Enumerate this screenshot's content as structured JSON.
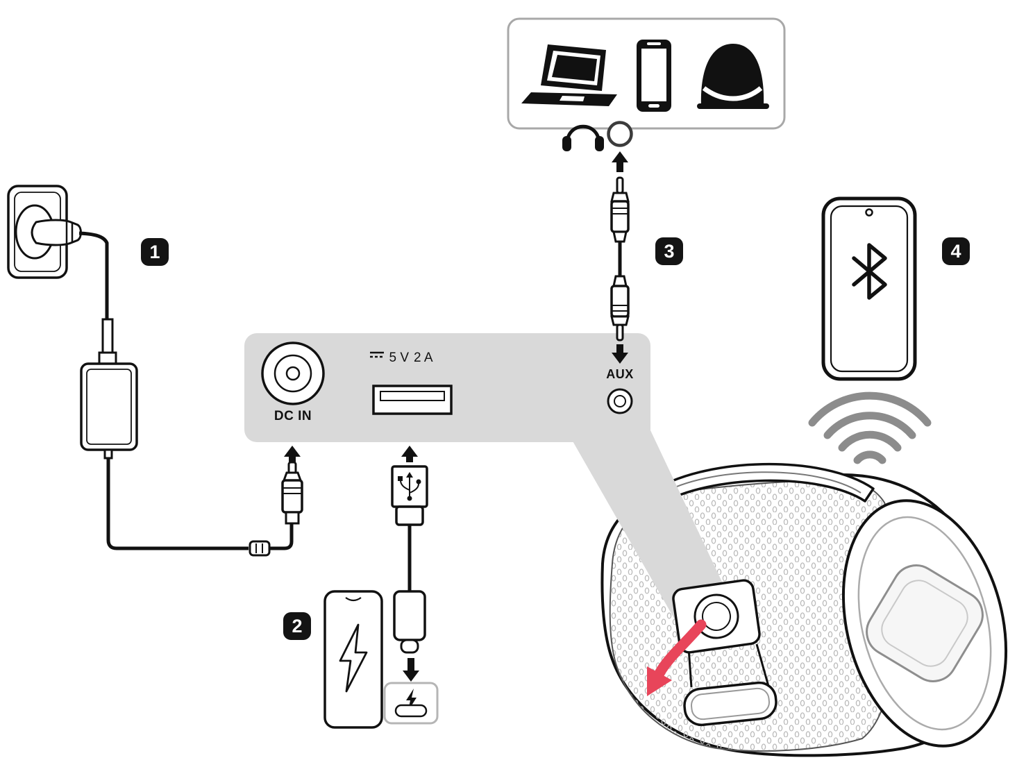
{
  "labels": {
    "dc_in": "DC IN",
    "usb_voltage": "5 V",
    "usb_current": "2 A",
    "aux": "AUX"
  },
  "steps": {
    "step1": "1",
    "step2": "2",
    "step3": "3",
    "step4": "4"
  },
  "colors": {
    "panel_gray": "#d9d9d9",
    "badge_black": "#141414",
    "line_black": "#111111",
    "flap_arrow_red": "#e8455a",
    "signal_wave_gray": "#8c8c8c",
    "box_border_gray": "#a8a8a8"
  },
  "icons": [
    "wall-outlet-icon",
    "power-plug-icon",
    "power-adapter-icon",
    "dc-plug-icon",
    "dc-symbol-icon",
    "usb-port-icon",
    "usb-a-connector-icon",
    "usb-c-connector-icon",
    "lightning-bolt-icon",
    "usb-c-port-icon",
    "laptop-icon",
    "smartphone-icon",
    "headset-user-icon",
    "headphones-icon",
    "aux-jack-icon",
    "aux-plug-icon",
    "bluetooth-icon",
    "signal-waves-icon",
    "speaker-icon",
    "open-flap-arrow-icon"
  ]
}
